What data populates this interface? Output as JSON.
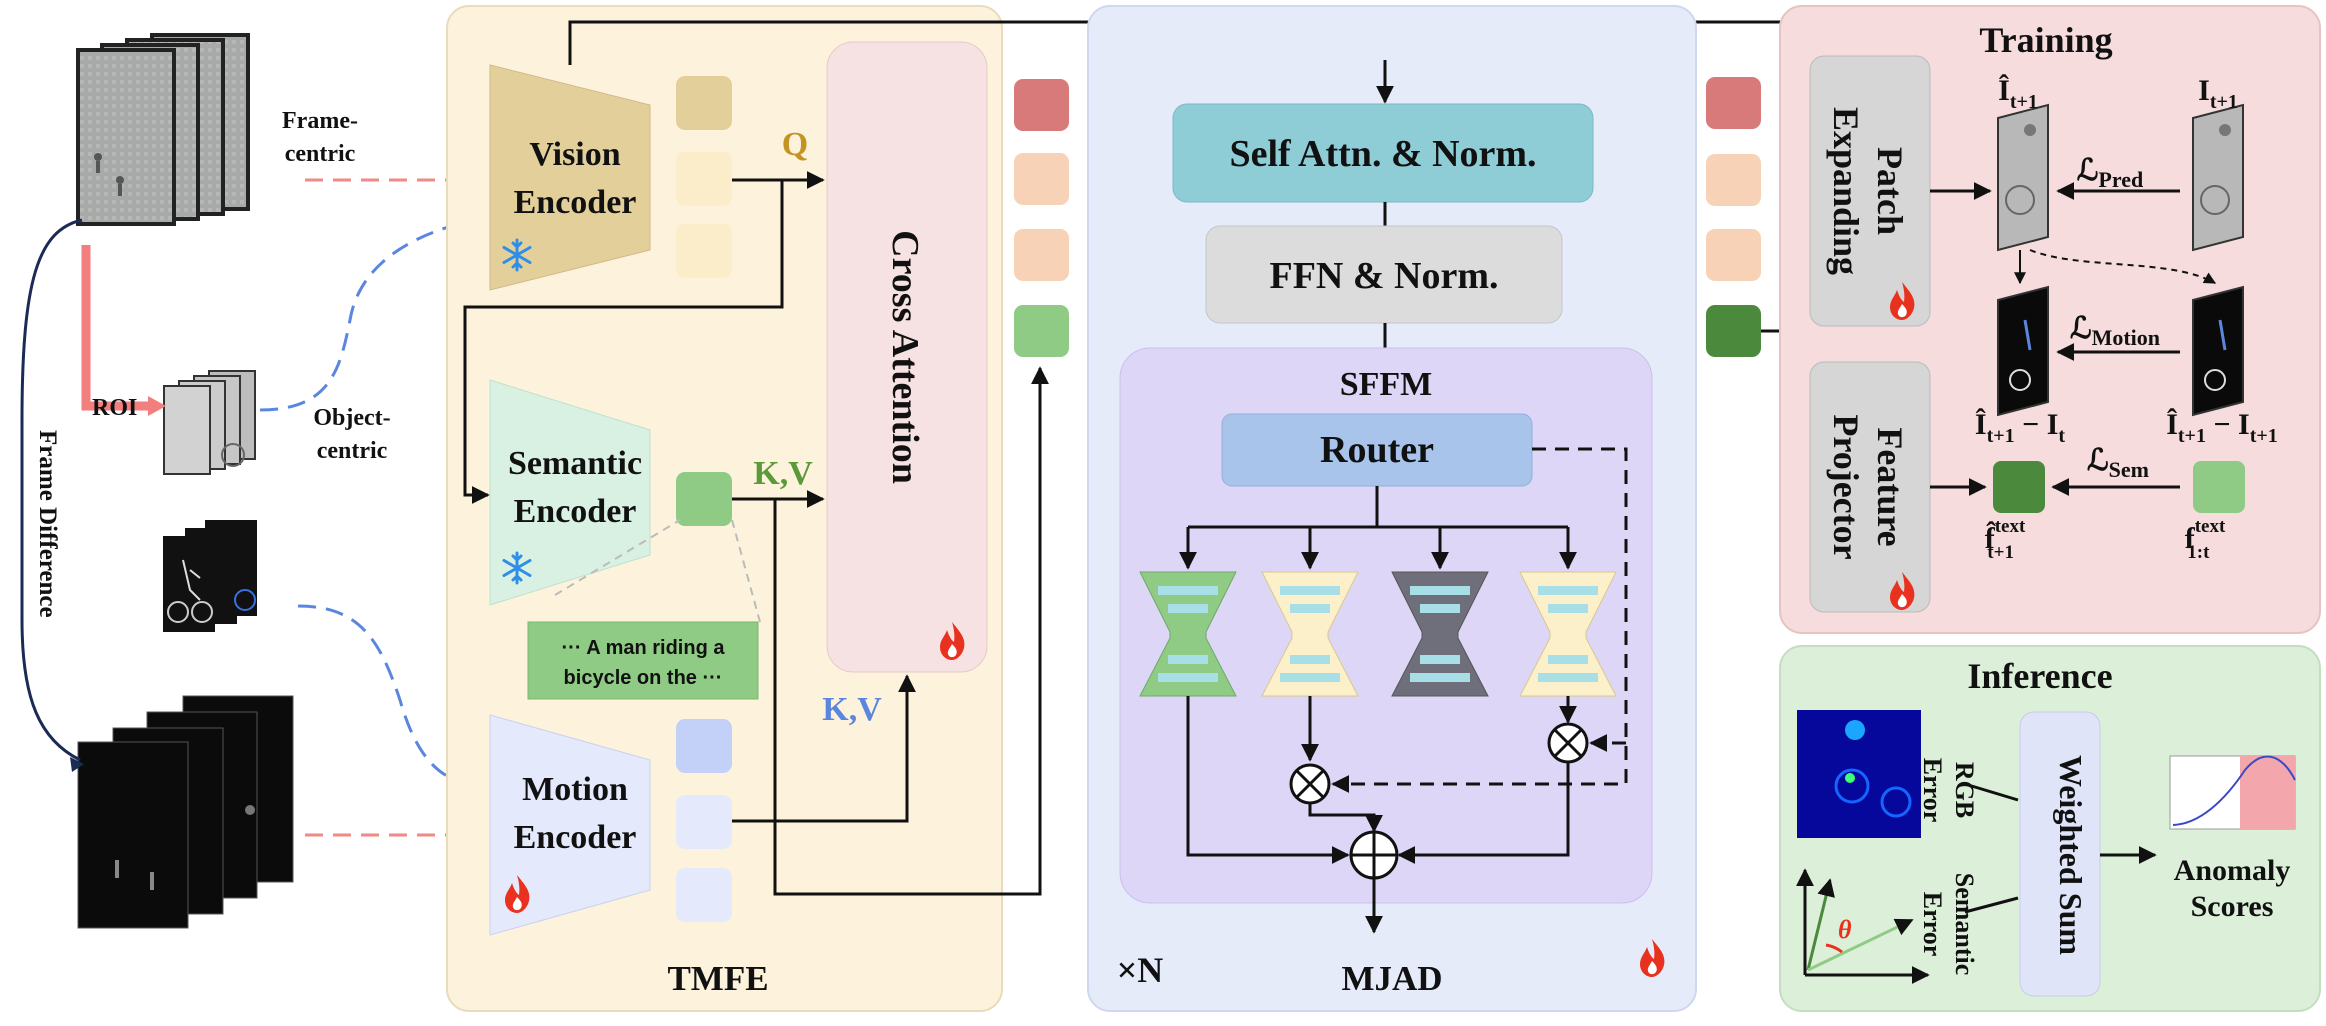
{
  "labels": {
    "frame_centric": [
      "Frame-",
      "centric"
    ],
    "object_centric": [
      "Object-",
      "centric"
    ],
    "roi": "ROI",
    "frame_difference": "Frame Difference",
    "caption": [
      "··· A man riding a",
      "bicycle on the ···"
    ]
  },
  "tmfe": {
    "title": "TMFE",
    "vision_encoder": [
      "Vision",
      "Encoder"
    ],
    "semantic_encoder": [
      "Semantic",
      "Encoder"
    ],
    "motion_encoder": [
      "Motion",
      "Encoder"
    ],
    "cross_attention": "Cross Attention",
    "q_label": "Q",
    "kv_semantic": "K,V",
    "kv_motion": "K,V"
  },
  "mjad": {
    "title": "MJAD",
    "repeat": "×N",
    "self_attn": "Self Attn. & Norm.",
    "ffn": "FFN & Norm.",
    "sffm_title": "SFFM",
    "router": "Router"
  },
  "training": {
    "title": "Training",
    "patch_expanding": [
      "Patch",
      "Expanding"
    ],
    "feature_projector": [
      "Feature",
      "Projector"
    ],
    "pred_hat": "Î",
    "pred_sub": "t+1",
    "gt": "I",
    "gt_sub": "t+1",
    "loss_pred": "ℒ",
    "loss_pred_sub": "Pred",
    "loss_motion": "ℒ",
    "loss_motion_sub": "Motion",
    "loss_sem": "ℒ",
    "loss_sem_sub": "Sem",
    "diff_pred": "Î",
    "diff_pred_rest": "t+1",
    "diff_pred_tail": " − I",
    "diff_pred_tail_sub": "t",
    "diff_gt": "Î",
    "diff_gt_sub": "t+1",
    "diff_gt_tail": " − I",
    "diff_gt_tail_sub": "t+1",
    "f_hat": "f̂",
    "f_hat_sup": "text",
    "f_hat_sub": "t+1",
    "f_gt": "f",
    "f_gt_sup": "text",
    "f_gt_sub": "1:t"
  },
  "inference": {
    "title": "Inference",
    "rgb_error": [
      "RGB",
      "Error"
    ],
    "semantic_error": [
      "Semantic",
      "Error"
    ],
    "theta": "θ",
    "weighted_sum": "Weighted Sum",
    "anomaly_scores": [
      "Anomaly",
      "Scores"
    ]
  },
  "colors": {
    "tmfe_bg": "#fdf3dc",
    "mjad_bg": "#e6ebf9",
    "sffm_bg": "#ddd6f6",
    "training_bg": "#f6dcdc",
    "inference_bg": "#dcefd9",
    "vision_encoder": "#e3cf9a",
    "semantic_encoder": "#d9f1e2",
    "motion_encoder": "#e4e9fb",
    "cross_attention": "#f7e2e3",
    "self_attn": "#8fcdd6",
    "ffn": "#dcdcdc",
    "router": "#a9c4ea",
    "token_red": "#d97a7a",
    "token_peach": "#f7d2b6",
    "token_green": "#8fcb85",
    "token_dark_green": "#4b8a3d",
    "fire": "#e8321f",
    "snow": "#2f8ee8",
    "q_color": "#c39421",
    "kv_green": "#5b9a3a",
    "kv_blue": "#5b86e0",
    "dashed_red": "#f08a85",
    "dashed_blue": "#5b86e0"
  }
}
